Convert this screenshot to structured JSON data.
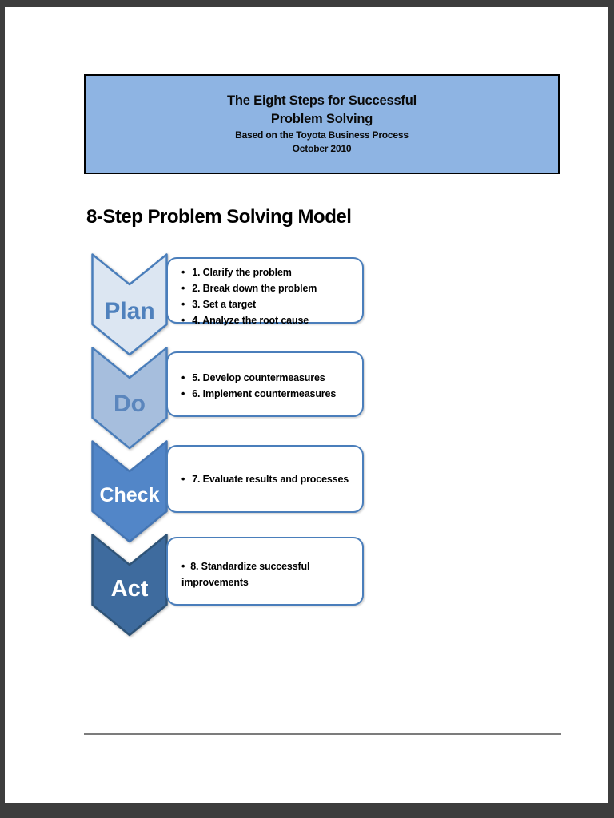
{
  "viewer": {
    "frame_color": "#3d3d3d",
    "page_background": "#ffffff"
  },
  "header_box": {
    "title_line1": "The Eight Steps for Successful",
    "title_line2": "Problem Solving",
    "subtitle": "Based on the Toyota Business Process",
    "date": "October 2010",
    "background": "#8eb4e3",
    "border_color": "#000000"
  },
  "heading": "8-Step Problem Solving Model",
  "diagram": {
    "box_border_color": "#4a7ebb",
    "bullet_glyph": "•",
    "steps": [
      {
        "label": "Plan",
        "fill": "#dce6f2",
        "stroke": "#4a7ebb",
        "label_color": "#4f81bd",
        "items": [
          "1. Clarify the problem",
          "2. Break down the problem",
          "3. Set a target",
          "4. Analyze the root cause"
        ]
      },
      {
        "label": "Do",
        "fill": "#a6bedd",
        "stroke": "#4a7ebb",
        "label_color": "#5b86bd",
        "items": [
          "5. Develop countermeasures",
          "6. Implement countermeasures"
        ]
      },
      {
        "label": "Check",
        "fill": "#5286c8",
        "stroke": "#4576b4",
        "label_color": "#ffffff",
        "items": [
          "7. Evaluate results and processes"
        ]
      },
      {
        "label": "Act",
        "fill": "#3e6b9e",
        "stroke": "#2e5377",
        "label_color": "#ffffff",
        "items": [
          "8. Standardize successful improvements"
        ]
      }
    ]
  }
}
